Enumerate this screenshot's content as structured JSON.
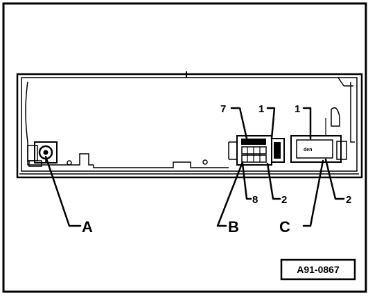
{
  "callouts": {
    "A": "A",
    "B": "B",
    "C": "C",
    "n7": "7",
    "n1_left": "1",
    "n1_right": "1",
    "n8": "8",
    "n2_left": "2",
    "n2_right": "2"
  },
  "connector_c_marking": "den",
  "reference_code": "A91-0867"
}
